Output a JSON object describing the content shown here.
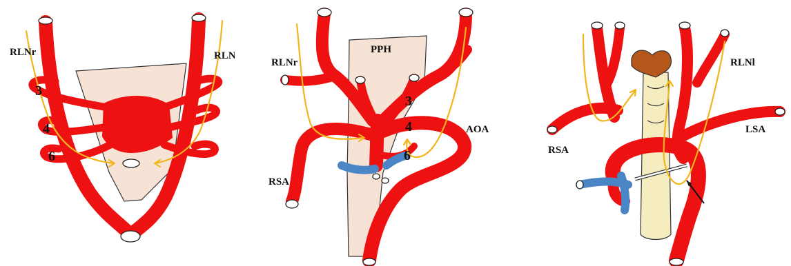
{
  "colors": {
    "artery": "#ee1111",
    "vein": "#4a86c6",
    "nerve": "#f2b51c",
    "pharynx": "#f7e3d6",
    "trachea": "#f5ecc0",
    "thyroid": "#b5561a"
  },
  "panels": [
    {
      "labels": {
        "rln_right": "RLNr",
        "rln_left": "RLNl"
      },
      "arch_numbers": [
        "3",
        "4",
        "6"
      ]
    },
    {
      "labels": {
        "pharynx": "PPH",
        "rln_right": "RLNr",
        "aortic_arch": "AOA",
        "right_subclavian": "RSA"
      },
      "arch_numbers": [
        "3",
        "4",
        "6"
      ]
    },
    {
      "labels": {
        "rln_left": "RLNl",
        "right_subclavian": "RSA",
        "left_subclavian": "LSA"
      }
    }
  ]
}
